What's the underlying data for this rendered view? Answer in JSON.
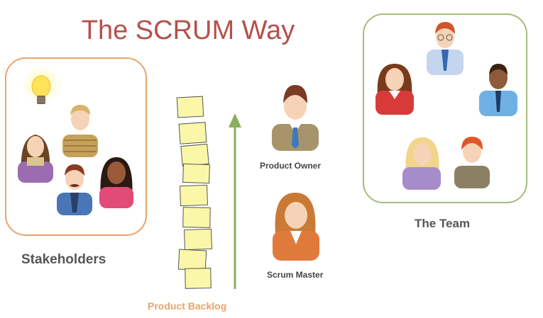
{
  "title": "The SCRUM Way",
  "labels": {
    "stakeholders": "Stakeholders",
    "team": "The Team",
    "product_owner": "Product Owner",
    "scrum_master": "Scrum Master",
    "product_backlog": "Product Backlog"
  },
  "colors": {
    "title": "#b4514b",
    "stakeholders_border": "#e8a46a",
    "team_border": "#a4bc7a",
    "arrow": "#8aae5c",
    "backlog_label": "#e8a46a",
    "sticky_note": "#fbf7a8"
  },
  "icons": {
    "idea": "lightbulb-icon",
    "person": "person-icon"
  }
}
